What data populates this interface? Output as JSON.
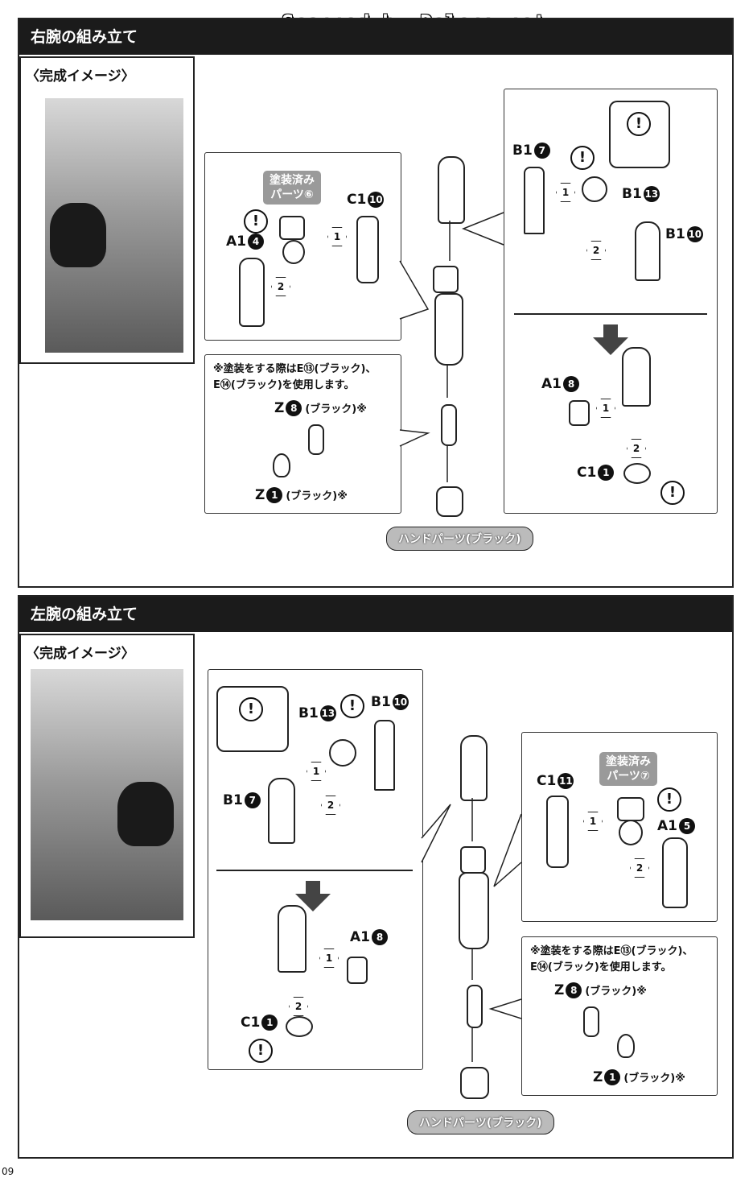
{
  "watermark": "Scanned by Dalong.net",
  "page_number": "09",
  "right_arm": {
    "title": "右腕の組み立て",
    "image_title": "〈完成イメージ〉",
    "painted_tag": "塗装済み\nパーツ⑥",
    "note": "※塗装をする際はE⑬(ブラック)、\nE⑭(ブラック)を使用します。",
    "hand_label": "ハンドパーツ(ブラック)",
    "labels": {
      "c1": "C1",
      "c1_num": "10",
      "a1": "A1",
      "a1_num": "4",
      "b1_top": "B1",
      "b1_top_num": "7",
      "b1_ring": "B1",
      "b1_ring_num": "13",
      "b1_shoulder": "B1",
      "b1_shoulder_num": "10",
      "a1_bottom": "A1",
      "a1_bottom_num": "8",
      "c1_bottom": "C1",
      "c1_bottom_num": "1",
      "z8": "Z",
      "z8_num": "8",
      "z8_color": "(ブラック)※",
      "z1": "Z",
      "z1_num": "1",
      "z1_color": "(ブラック)※"
    },
    "steps": [
      "1",
      "2",
      "1",
      "2",
      "1",
      "2"
    ]
  },
  "left_arm": {
    "title": "左腕の組み立て",
    "image_title": "〈完成イメージ〉",
    "painted_tag": "塗装済み\nパーツ⑦",
    "note": "※塗装をする際はE⑬(ブラック)、\nE⑭(ブラック)を使用します。",
    "hand_label": "ハンドパーツ(ブラック)",
    "labels": {
      "b1_ring": "B1",
      "b1_ring_num": "13",
      "b1_shoulder": "B1",
      "b1_shoulder_num": "10",
      "b1_top": "B1",
      "b1_top_num": "7",
      "a1_mid": "A1",
      "a1_mid_num": "8",
      "c1_mid": "C1",
      "c1_mid_num": "1",
      "c1_right": "C1",
      "c1_right_num": "11",
      "a1_right": "A1",
      "a1_right_num": "5",
      "z8": "Z",
      "z8_num": "8",
      "z8_color": "(ブラック)※",
      "z1": "Z",
      "z1_num": "1",
      "z1_color": "(ブラック)※"
    },
    "steps": [
      "1",
      "2",
      "1",
      "2",
      "1",
      "2"
    ]
  },
  "icons": {
    "warning": "!"
  }
}
